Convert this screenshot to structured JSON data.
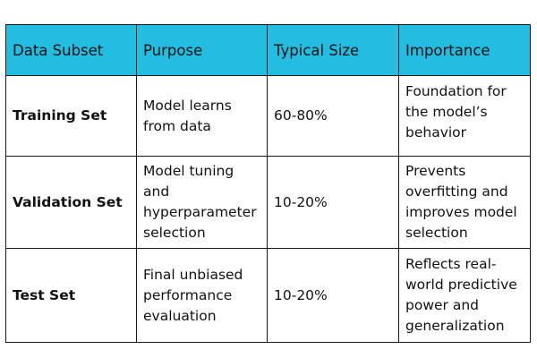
{
  "table": {
    "header_color": "#22bde0",
    "headers": [
      "Data Subset",
      "Purpose",
      "Typical Size",
      "Importance"
    ],
    "rows": [
      {
        "subset": "Training Set",
        "purpose": "Model learns\nfrom data",
        "size": "60-80%",
        "importance": "Foundation for\nthe model’s\nbehavior"
      },
      {
        "subset": "Validation Set",
        "purpose": "Model tuning\nand\nhyperparameter\nselection",
        "size": "10-20%",
        "importance": "Prevents\noverfitting and\nimproves model\nselection"
      },
      {
        "subset": "Test Set",
        "purpose": "Final unbiased\nperformance\nevaluation",
        "size": "10-20%",
        "importance": "Reflects real-\nworld predictive\npower and\ngeneralization"
      }
    ]
  }
}
